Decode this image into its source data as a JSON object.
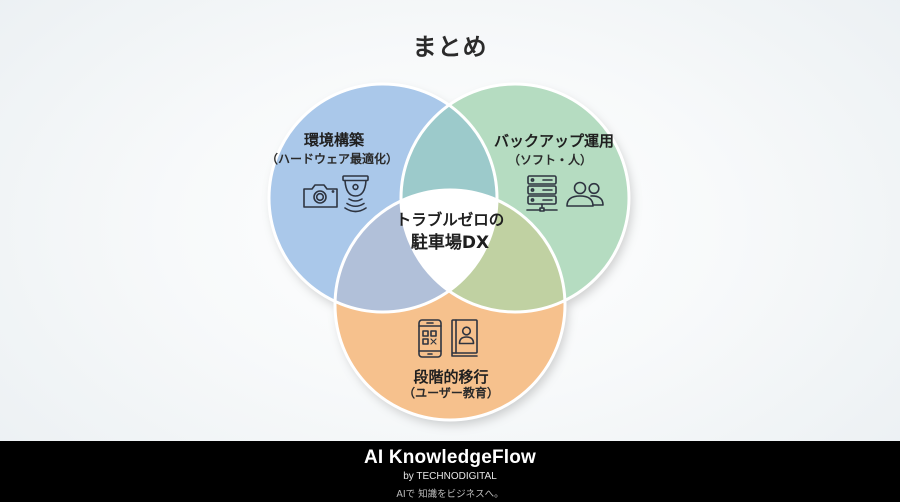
{
  "slide": {
    "title": "まとめ"
  },
  "venn": {
    "center": {
      "line1": "トラブルゼロの",
      "line2": "駐車場DX",
      "color": "#ffffff"
    },
    "circles": [
      {
        "title": "環境構築",
        "subtitle": "（ハードウェア最適化）",
        "color": "#aac8ea",
        "icons": [
          "camera-icon",
          "security-camera-icon"
        ]
      },
      {
        "title": "バックアップ運用",
        "subtitle": "（ソフト・人）",
        "color": "#b5dcc1",
        "icons": [
          "server-icon",
          "users-icon"
        ]
      },
      {
        "title": "段階的移行",
        "subtitle": "（ユーザー教育）",
        "color": "#f6c18d",
        "icons": [
          "smartphone-qr-icon",
          "manual-book-icon"
        ]
      }
    ],
    "overlap_colors": {
      "hardware_backup": "#9ccacb",
      "hardware_migration": "#b1c0d9",
      "backup_migration": "#c0d1a2"
    }
  },
  "footer": {
    "brand": "AI KnowledgeFlow",
    "byline": "by TECHNODIGITAL",
    "tagline": "AIで 知識をビジネスへ。"
  }
}
